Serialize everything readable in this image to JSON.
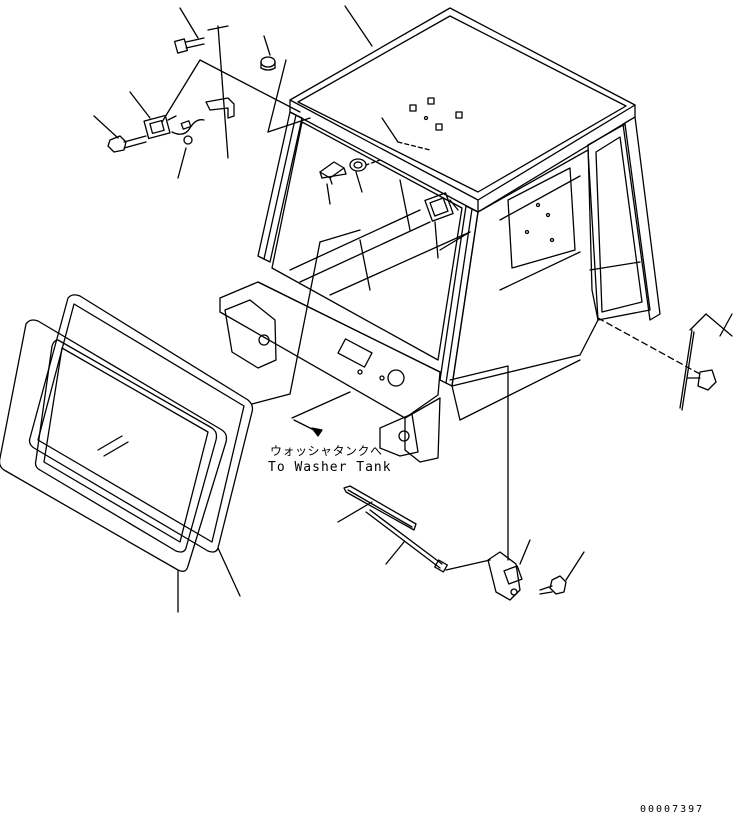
{
  "annotation": {
    "jp": "ウォッシャタンクへ",
    "en": "To Washer Tank"
  },
  "document_number": "00007397",
  "parts": [
    {
      "name": "bolt-top-left-icon"
    },
    {
      "name": "cap-icon"
    },
    {
      "name": "cab-body-icon"
    },
    {
      "name": "wiper-motor-icon"
    },
    {
      "name": "bolt-left-icon"
    },
    {
      "name": "wiring-harness-icon"
    },
    {
      "name": "bracket-icon"
    },
    {
      "name": "hose-icon"
    },
    {
      "name": "pin-icon"
    },
    {
      "name": "bushing-icon"
    },
    {
      "name": "rear-wiper-motor-icon"
    },
    {
      "name": "front-glass-icon"
    },
    {
      "name": "weatherstrip-icon"
    },
    {
      "name": "wiper-blade-icon"
    },
    {
      "name": "wiper-arm-icon"
    },
    {
      "name": "washer-nozzle-icon"
    },
    {
      "name": "bolt-bottom-right-icon"
    },
    {
      "name": "side-mirror-rod-icon"
    }
  ]
}
